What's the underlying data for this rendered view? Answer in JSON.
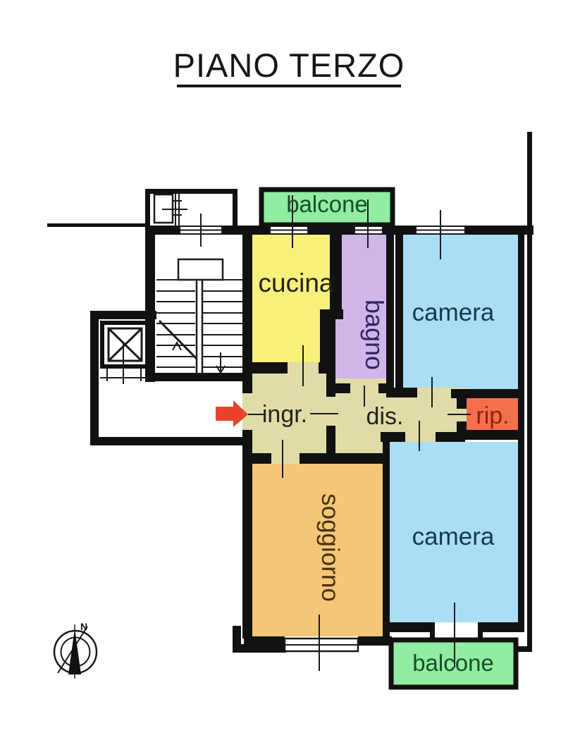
{
  "title": {
    "text": "PIANO TERZO"
  },
  "plan": {
    "rooms": [
      {
        "id": "balcone-top",
        "label": "balcone",
        "color": "#90eda2"
      },
      {
        "id": "cucina",
        "label": "cucina",
        "color": "#f7f07b"
      },
      {
        "id": "bagno",
        "label": "bagno",
        "color": "#cfb6e9"
      },
      {
        "id": "camera-top",
        "label": "camera",
        "color": "#aadef4"
      },
      {
        "id": "ingresso",
        "label": "ingr.",
        "color": "#dfdca8"
      },
      {
        "id": "disimpegno",
        "label": "dis.",
        "color": "#dfdca8"
      },
      {
        "id": "ripostiglio",
        "label": "rip.",
        "color": "#f3704b"
      },
      {
        "id": "soggiorno",
        "label": "soggiorno",
        "color": "#f6c678"
      },
      {
        "id": "camera-bottom",
        "label": "camera",
        "color": "#aadef4"
      },
      {
        "id": "balcone-bottom",
        "label": "balcone",
        "color": "#90eda2"
      }
    ],
    "corridor_color": "#dfdca8",
    "entrance_arrow_color": "#e8432a",
    "compass": {
      "label": "N"
    }
  }
}
